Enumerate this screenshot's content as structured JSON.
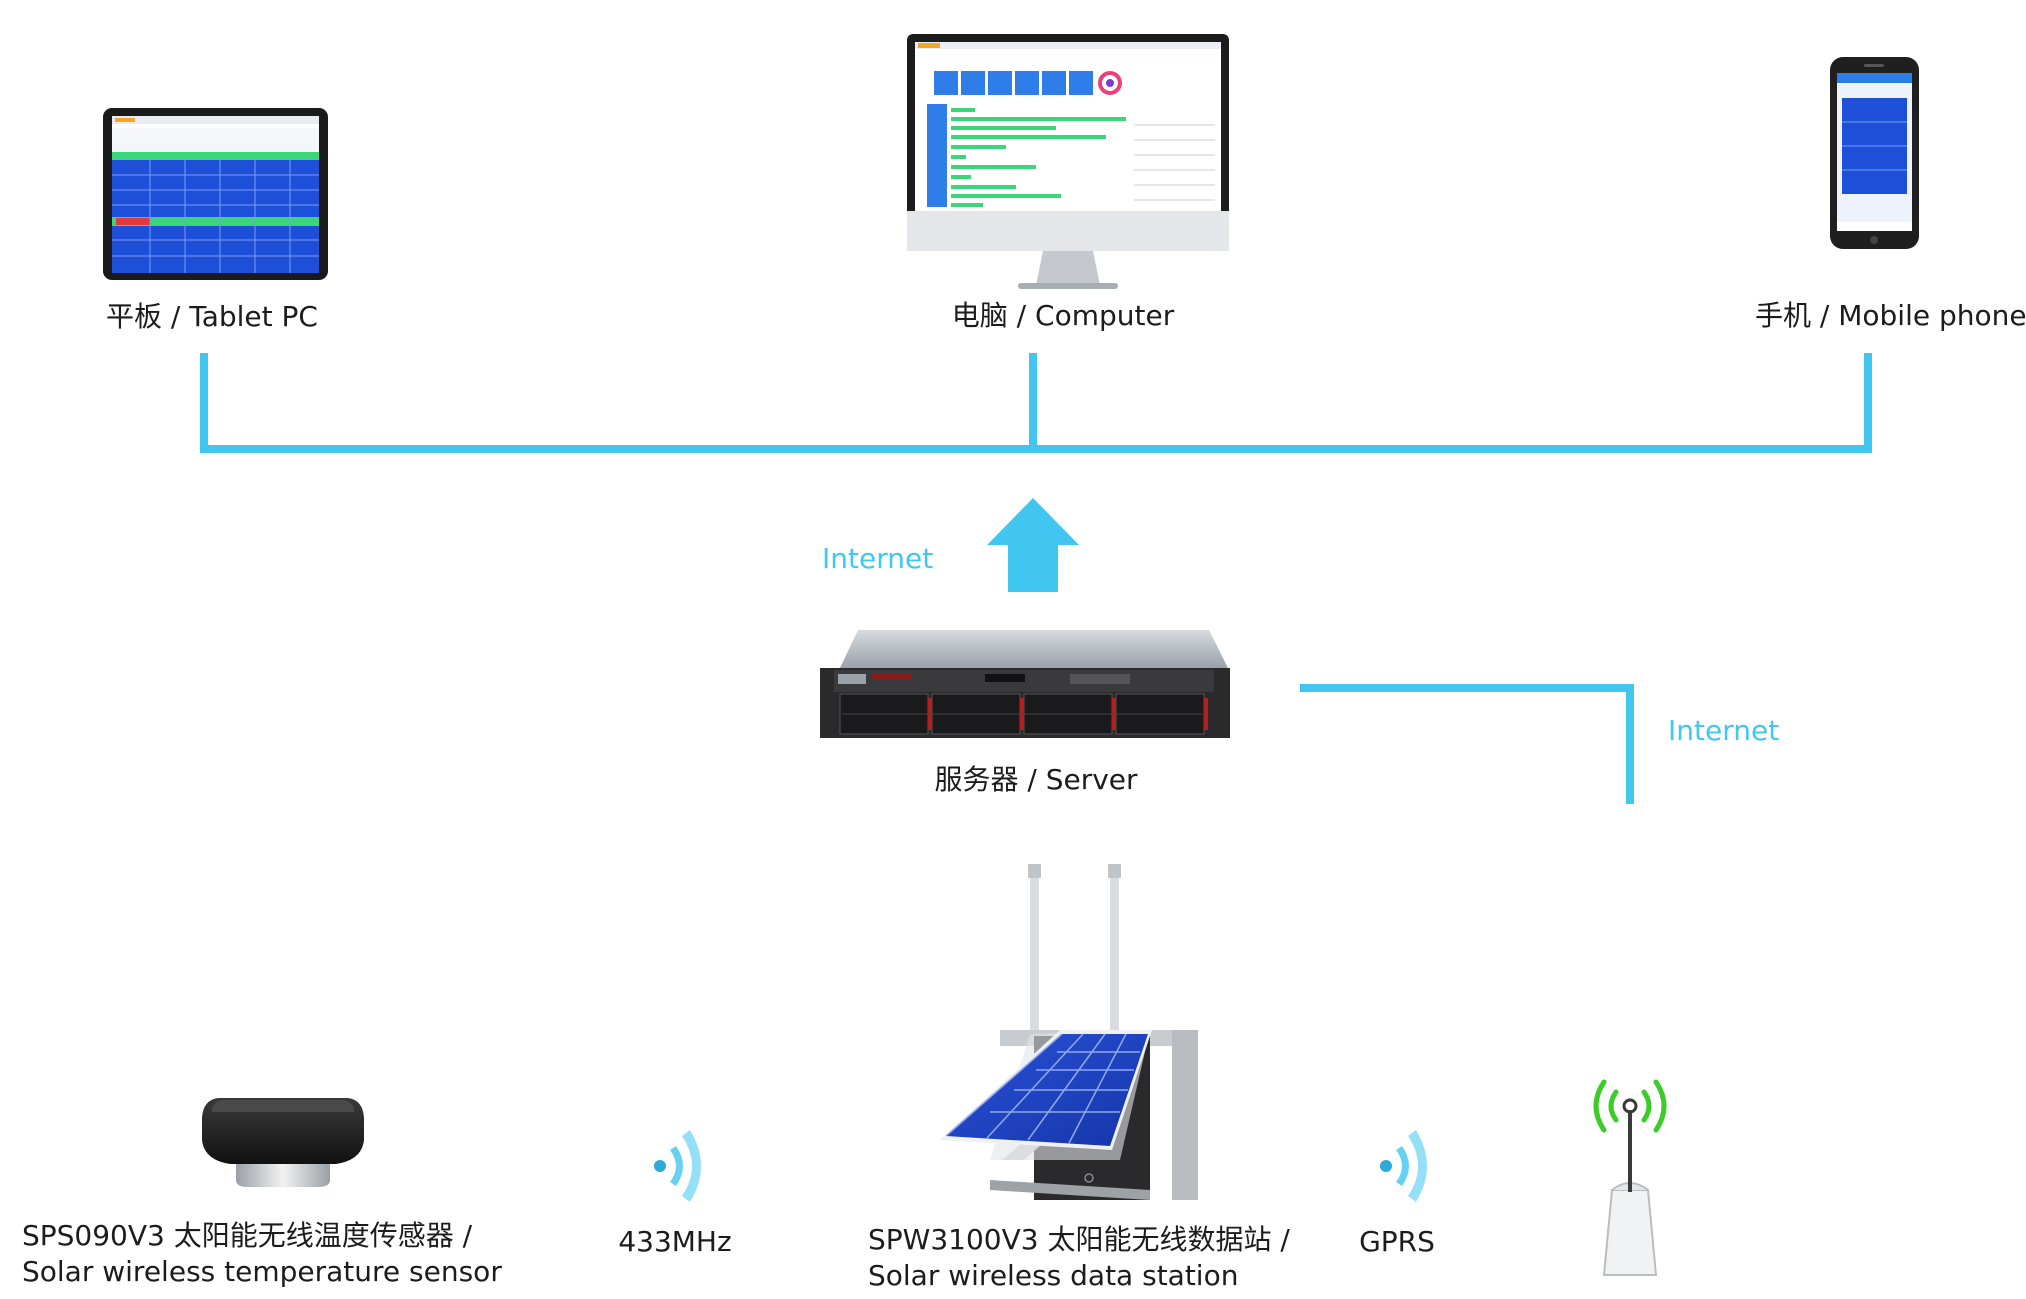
{
  "colors": {
    "link_line": "#40c6f0",
    "internet_text": "#3fc8f2",
    "screen_blue": "#1d4fd8",
    "signal_green": "#3ccc2a"
  },
  "devices": {
    "tablet": {
      "label": "平板 / Tablet PC",
      "icon": "tablet-icon"
    },
    "computer": {
      "label": "电脑 / Computer",
      "icon": "monitor-icon"
    },
    "mobile": {
      "label": "手机 / Mobile phone",
      "icon": "smartphone-icon"
    },
    "server": {
      "label": "服务器 / Server",
      "icon": "rack-server-icon"
    },
    "sensor": {
      "label_cn": "SPS090V3 太阳能无线温度传感器 /",
      "label_en": "Solar wireless temperature sensor",
      "icon": "temperature-sensor-icon"
    },
    "station": {
      "label_cn": "SPW3100V3 太阳能无线数据站 /",
      "label_en": "Solar wireless data station",
      "icon": "solar-data-station-icon"
    },
    "tower": {
      "icon": "cell-tower-icon"
    }
  },
  "links": {
    "internet_up": "Internet",
    "internet_right": "Internet",
    "radio_433": "433MHz",
    "gprs": "GPRS"
  }
}
